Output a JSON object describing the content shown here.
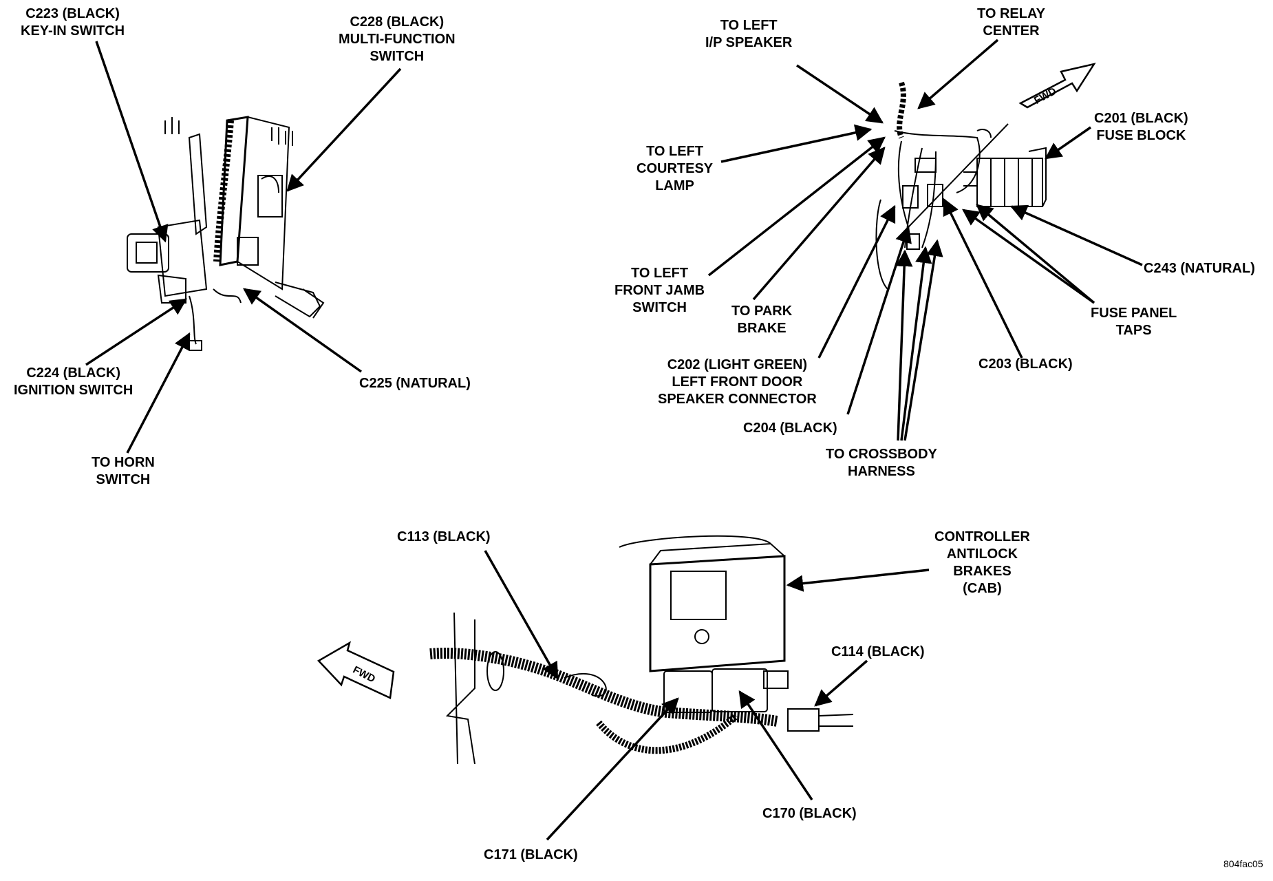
{
  "labels": {
    "c223": "C223 (BLACK)\nKEY-IN SWITCH",
    "c228": "C228 (BLACK)\nMULTI-FUNCTION\nSWITCH",
    "c224": "C224 (BLACK)\nIGNITION SWITCH",
    "c225": "C225 (NATURAL)",
    "horn": "TO HORN\nSWITCH",
    "ip_speaker": "TO LEFT\nI/P SPEAKER",
    "relay": "TO RELAY\nCENTER",
    "courtesy": "TO LEFT\nCOURTESY\nLAMP",
    "c201": "C201 (BLACK)\nFUSE BLOCK",
    "jamb": "TO LEFT\nFRONT JAMB\nSWITCH",
    "park": "TO PARK\nBRAKE",
    "c243": "C243 (NATURAL)",
    "fuse_taps": "FUSE PANEL\nTAPS",
    "c202": "C202 (LIGHT GREEN)\nLEFT FRONT DOOR\nSPEAKER CONNECTOR",
    "c203": "C203 (BLACK)",
    "c204": "C204 (BLACK)",
    "crossbody": "TO CROSSBODY\nHARNESS",
    "c113": "C113 (BLACK)",
    "cab": "CONTROLLER\nANTILOCK\nBRAKES\n(CAB)",
    "c114": "C114 (BLACK)",
    "c170": "C170 (BLACK)",
    "c171": "C171 (BLACK)"
  },
  "fwd_top": "FWD",
  "fwd_bottom": "FWD",
  "figure_code": "804fac05"
}
